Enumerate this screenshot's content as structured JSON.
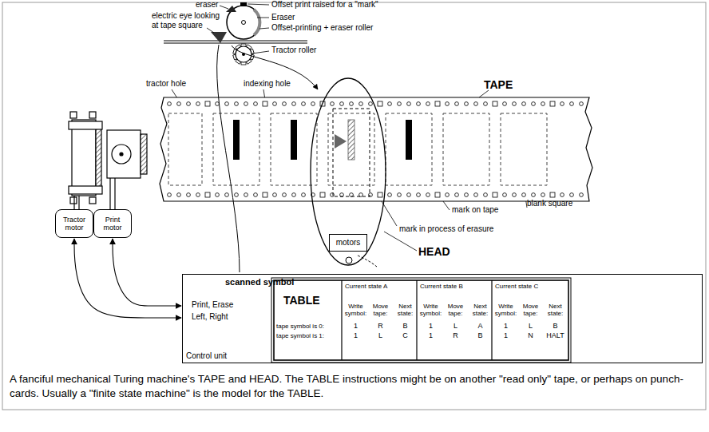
{
  "diagram": {
    "caption": "A fanciful mechanical Turing machine's TAPE and HEAD. The TABLE instructions might be on another \"read only\" tape, or perhaps on punch-cards. Usually a \"finite state machine\" is the model for the TABLE.",
    "nodes": [
      {
        "text": [
          "Tractor motor"
        ]
      },
      {
        "text": [
          "Print motor"
        ]
      },
      {
        "text": [
          "HEAD"
        ]
      },
      {
        "text": [
          "motors"
        ],
        "in": 2
      },
      {
        "text": [
          "Control unit"
        ]
      }
    ],
    "edges": [
      {
        "from": 0,
        "to": 4,
        "arrow": "both"
      },
      {
        "from": 1,
        "to": 4,
        "arrow": "both"
      }
    ],
    "labels": [
      "eraser",
      "electric eye looking at tape square",
      "Offset print raised for a \"mark\"",
      "Eraser",
      "Offset-printing + eraser roller",
      "Tractor roller",
      "tractor hole",
      "indexing hole",
      "TAPE",
      "mark on tape",
      "blank square",
      "mark in process of erasure",
      "scanned symbol",
      "Print, Erase",
      "Left, Right",
      "TABLE",
      "Current state A",
      "Write symbol:",
      "Move tape:",
      "Next state:",
      "Current state B",
      "Write symbol:",
      "Move tape:",
      "Next state:",
      "Current state C",
      "Write symbol:",
      "Move tape:",
      "Next state:",
      "tape symbol is 0:",
      "tape symbol is 1:",
      "1",
      "R",
      "B",
      "1",
      "L",
      "A",
      "1",
      "L",
      "B",
      "1",
      "L",
      "C",
      "1",
      "R",
      "B",
      "1",
      "N",
      "HALT"
    ]
  }
}
